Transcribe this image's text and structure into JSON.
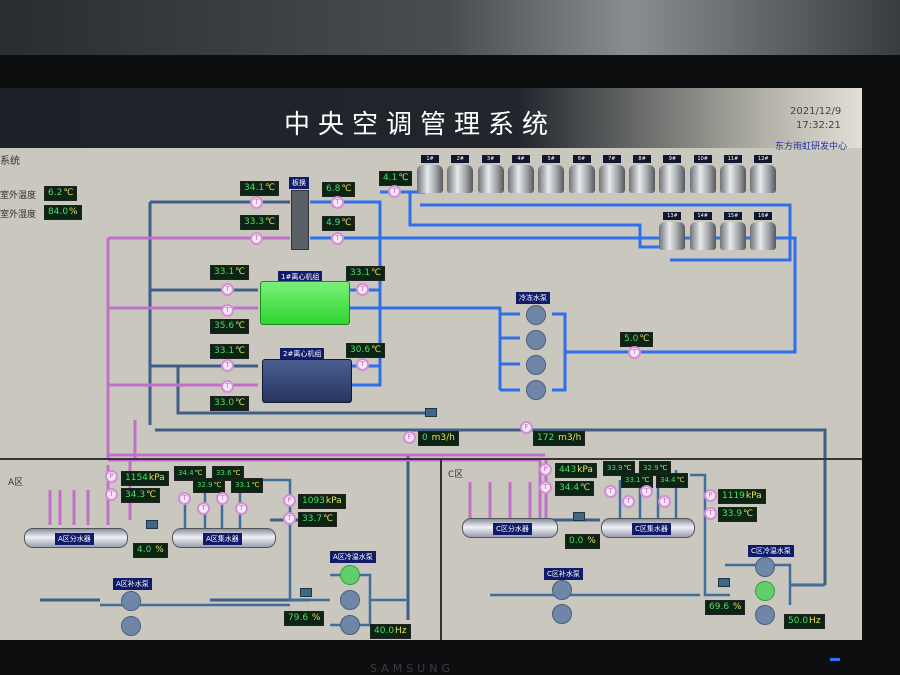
{
  "header": {
    "title": "中央空调管理系统",
    "date": "2021/12/9",
    "time": "17:32:21",
    "org": "东方雨虹研发中心",
    "section": "系统"
  },
  "outdoor": {
    "temp_label": "室外温度",
    "temp": "6.2",
    "temp_unit": "℃",
    "hum_label": "室外湿度",
    "hum": "84.0",
    "hum_unit": "%"
  },
  "plate_hx": {
    "label": "板换",
    "t1": "34.1",
    "t2": "33.3",
    "t3": "6.8",
    "t4": "4.9"
  },
  "tower_supply_temp": "4.1",
  "towers": [
    "1#",
    "2#",
    "3#",
    "4#",
    "5#",
    "6#",
    "7#",
    "8#",
    "9#",
    "10#",
    "11#",
    "12#",
    "13#",
    "14#",
    "15#",
    "16#"
  ],
  "chiller1": {
    "label": "1#离心机组",
    "in_left": "33.1",
    "out_left": "35.6",
    "right": "33.1"
  },
  "chiller2": {
    "label": "2#离心机组",
    "in_left": "33.1",
    "out_left": "33.0",
    "right": "30.6"
  },
  "chw_pumps": {
    "label": "冷冻水泵",
    "temp": "5.0"
  },
  "flow": {
    "f1": "0",
    "f1_unit": "m3/h",
    "f2": "172",
    "f2_unit": "m3/h"
  },
  "units": {
    "c": "℃",
    "kpa": "kPa",
    "pct": "%",
    "hz": "Hz"
  },
  "zoneA": {
    "label": "A区",
    "p_supply": "1154",
    "t_supply": "34.3",
    "valve": "4.0",
    "branch_temps": [
      "34.4",
      "32.9",
      "33.6",
      "33.1"
    ],
    "p_return": "1093",
    "t_return": "33.7",
    "distributor": "A区分水器",
    "collector": "A区集水器",
    "makeup_pumps": "A区补水泵",
    "circ_pumps": "A区冷温水泵",
    "circ_valve": "79.6",
    "freq": "40.0"
  },
  "zoneC": {
    "label": "C区",
    "p_supply": "443",
    "t_supply": "34.4",
    "valve": "0.0",
    "branch_temps": [
      "33.9",
      "33.1",
      "32.9",
      "34.4"
    ],
    "p_return": "1119",
    "t_return": "33.9",
    "distributor": "C区分水器",
    "collector": "C区集水器",
    "makeup_pumps": "C区补水泵",
    "circ_pumps": "C区冷温水泵",
    "circ_valve": "69.6",
    "freq": "50.0"
  },
  "monitor_brand": "SAMSUNG",
  "colors": {
    "pipe_blue": "#2f6fe8",
    "pipe_dark": "#3f5f8a",
    "pipe_pink": "#c070c8",
    "readout": "#4fdc6a"
  }
}
